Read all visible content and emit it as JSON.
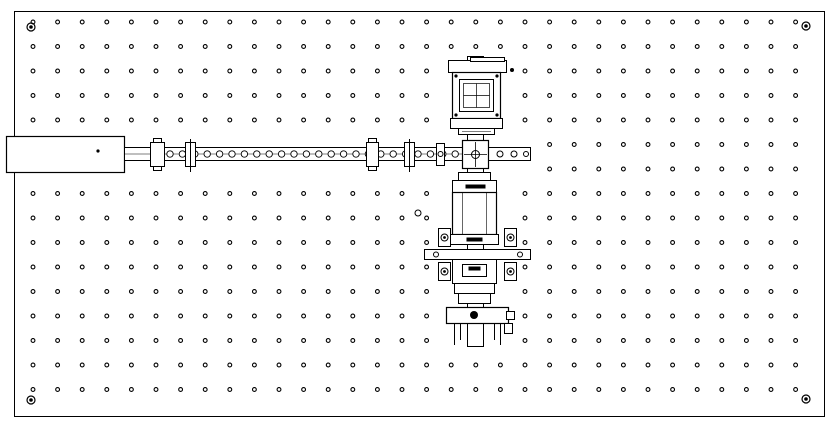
{
  "diagram": {
    "kind": "optical-breadboard-layout",
    "colors": {
      "background": "#ffffff",
      "line": "#000000",
      "hole": "#000000",
      "fill_light": "#ffffff",
      "fill_dark": "#000000"
    },
    "breadboard": {
      "hole_columns": 32,
      "hole_rows": 16,
      "corner_mount_holes": 4
    },
    "laser_head": {
      "icon": "cylinder-body-icon"
    },
    "horizontal_rail": {
      "carriers": 4,
      "holes": 24
    },
    "vertical_assembly": {
      "upper_mount": "cube-mount-icon",
      "beam_splitter": "beam-splitter-cube-icon",
      "lower_stage": "translation-stage-icon",
      "clamps": 4
    }
  }
}
